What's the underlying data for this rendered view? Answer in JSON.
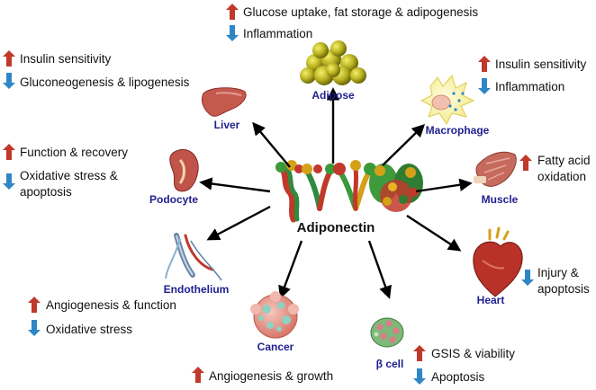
{
  "center": {
    "label": "Adiponectin"
  },
  "arrow_colors": {
    "up": "#c0392b",
    "down": "#2f86c6"
  },
  "label_color": "#1f1f8f",
  "targets": {
    "adipose": {
      "label": "Adipose",
      "icon": "adipose-tissue-icon",
      "up": "Glucose uptake, fat storage & adipogenesis",
      "down": "Inflammation"
    },
    "liver": {
      "label": "Liver",
      "icon": "liver-icon",
      "up": "Insulin sensitivity",
      "down": "Gluconeogenesis & lipogenesis"
    },
    "macrophage": {
      "label": "Macrophage",
      "icon": "macrophage-icon",
      "up": "Insulin sensitivity",
      "down": "Inflammation"
    },
    "podocyte": {
      "label": "Podocyte",
      "icon": "kidney-icon",
      "up": "Function & recovery",
      "down_line1": "Oxidative stress &",
      "down_line2": "apoptosis"
    },
    "muscle": {
      "label": "Muscle",
      "icon": "muscle-icon",
      "up_line1": "Fatty acid",
      "up_line2": "oxidation"
    },
    "endothelium": {
      "label": "Endothelium",
      "icon": "blood-vessel-icon",
      "up": "Angiogenesis & function",
      "down": "Oxidative stress"
    },
    "heart": {
      "label": "Heart",
      "icon": "heart-icon",
      "down_line1": "Injury &",
      "down_line2": "apoptosis"
    },
    "cancer": {
      "label": "Cancer",
      "icon": "tumor-cells-icon",
      "up": "Angiogenesis & growth"
    },
    "beta_cell": {
      "label": "β cell",
      "icon": "islet-cell-icon",
      "up": "GSIS & viability",
      "down": "Apoptosis"
    }
  }
}
